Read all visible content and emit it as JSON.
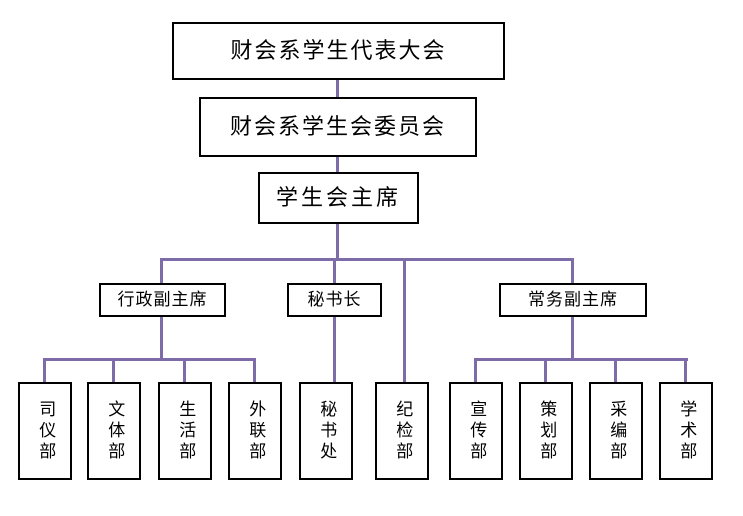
{
  "org_chart": {
    "type": "org-chart",
    "line_color": "#7E6CA8",
    "nodes": {
      "congress": {
        "label": "财会系学生代表大会"
      },
      "committee": {
        "label": "财会系学生会委员会"
      },
      "president": {
        "label": "学生会主席"
      },
      "admin_vp": {
        "label": "行政副主席"
      },
      "secretary_general": {
        "label": "秘书长"
      },
      "executive_vp": {
        "label": "常务副主席"
      },
      "ceremony_dept": {
        "label": "司仪部"
      },
      "culture_sports_dept": {
        "label": "文体部"
      },
      "life_dept": {
        "label": "生活部"
      },
      "external_liaison_dept": {
        "label": "外联部"
      },
      "secretariat": {
        "label": "秘书处"
      },
      "discipline_dept": {
        "label": "纪检部"
      },
      "publicity_dept": {
        "label": "宣传部"
      },
      "planning_dept": {
        "label": "策划部"
      },
      "editorial_dept": {
        "label": "采编部"
      },
      "academic_dept": {
        "label": "学术部"
      }
    },
    "hierarchy": {
      "congress": [
        "committee"
      ],
      "committee": [
        "president"
      ],
      "president": [
        "admin_vp",
        "secretary_general",
        "executive_vp"
      ],
      "admin_vp": [
        "ceremony_dept",
        "culture_sports_dept",
        "life_dept",
        "external_liaison_dept"
      ],
      "secretary_general": [
        "secretariat",
        "discipline_dept"
      ],
      "executive_vp": [
        "publicity_dept",
        "planning_dept",
        "editorial_dept",
        "academic_dept"
      ]
    }
  }
}
